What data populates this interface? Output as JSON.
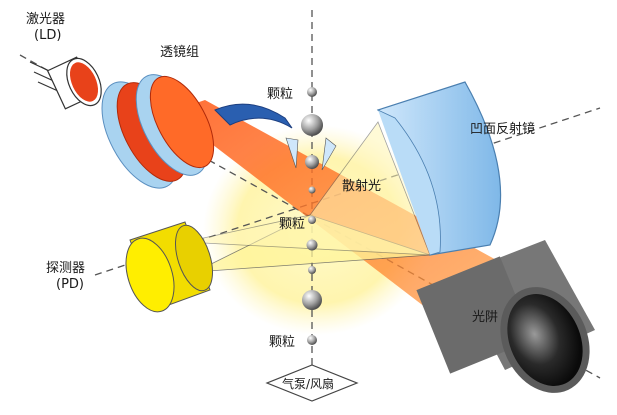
{
  "labels": {
    "laser_diode": "激光器",
    "laser_diode_abbr": "(LD)",
    "lens_group": "透镜组",
    "concave_mirror": "凹面反射镜",
    "particle_top": "颗粒",
    "particle_middle": "颗粒",
    "particle_bottom": "颗粒",
    "scattered_light": "散射光",
    "detector": "探测器",
    "detector_abbr": "(PD)",
    "light_trap": "光阱",
    "pump_fan": "气泵/风扇"
  },
  "colors": {
    "laser_body": "#e8421a",
    "laser_light": "#ff7a2a",
    "lens_frame": "#a9d3f0",
    "mirror": "#9ccbef",
    "detector": "#ffee00",
    "scatter_glow": "#fff7b0",
    "light_trap": "#6b6b6b",
    "particle": "#c8c8c8"
  }
}
